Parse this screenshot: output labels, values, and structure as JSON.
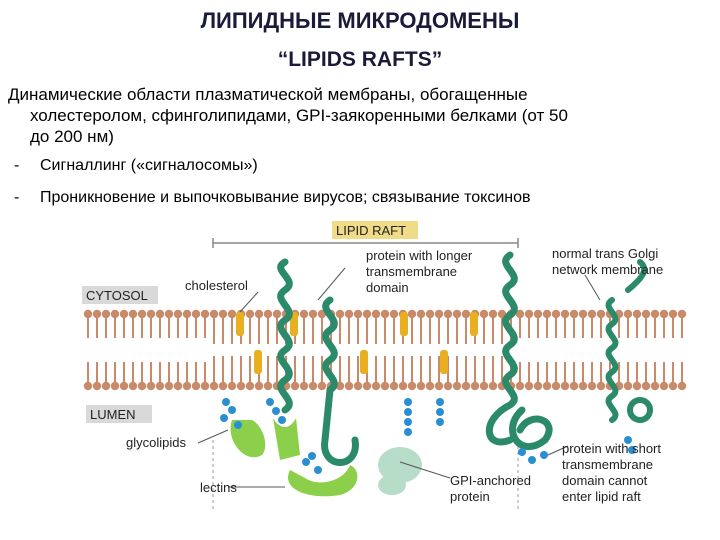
{
  "header": {
    "title_ru": "ЛИПИДНЫЕ МИКРОДОМЕНЫ",
    "title_en": "“LIPIDS RAFTS”"
  },
  "description": {
    "line1": "Динамические области плазматической мембраны, обогащенные",
    "line2": "холестеролом, сфинголипидами, GPI-заякоренными белками (от 50",
    "line3": "до 200 нм)"
  },
  "bullets": [
    {
      "dash": "-",
      "text": "Сигналлинг («сигналосомы»)"
    },
    {
      "dash": "-",
      "text": "Проникновение и выпочковывание вирусов; связывание токсинов"
    }
  ],
  "figure": {
    "lipid_raft": "LIPID RAFT",
    "cytosol": "CYTOSOL",
    "lumen": "LUMEN",
    "cholesterol": "cholesterol",
    "long_protein": [
      "protein with longer",
      "transmembrane",
      "domain"
    ],
    "golgi": [
      "normal trans Golgi",
      "network membrane"
    ],
    "glycolipids": "glycolipids",
    "lectins": "lectins",
    "gpi": [
      "GPI-anchored",
      "protein"
    ],
    "short_protein": [
      "protein with short",
      "transmembrane",
      "domain cannot",
      "enter lipid raft"
    ],
    "colors": {
      "lipid_head": "#c98a6a",
      "cholesterol": "#e8b020",
      "protein": "#2a8a6a",
      "lectin": "#8ccf4a",
      "sugar": "#2a8fd0",
      "label_box": "#f0dc88",
      "region_box": "#d9d9d9"
    }
  }
}
